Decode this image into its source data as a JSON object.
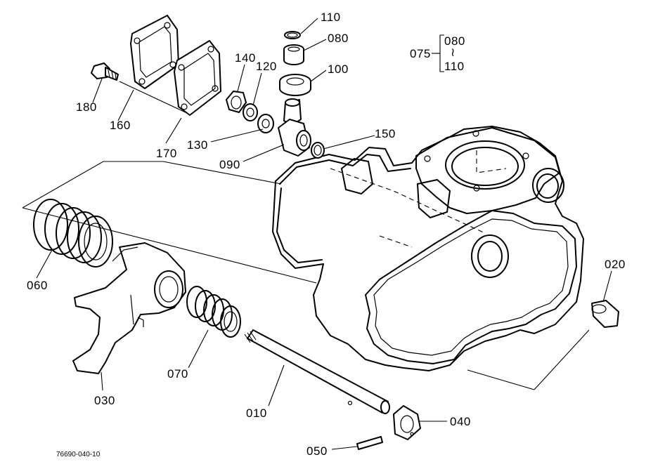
{
  "drawing_code": "76690-040-10",
  "labels": {
    "p010": "010",
    "p020": "020",
    "p030": "030",
    "p040": "040",
    "p050": "050",
    "p060": "060",
    "p070": "070",
    "p075": "075",
    "p080": "080",
    "p090": "090",
    "p100": "100",
    "p110": "110",
    "p120": "120",
    "p130": "130",
    "p140": "140",
    "p150": "150",
    "p160": "160",
    "p170": "170",
    "p180": "180"
  },
  "assembly_075": {
    "top": "080",
    "range_mark": "≀",
    "bottom": "110"
  }
}
